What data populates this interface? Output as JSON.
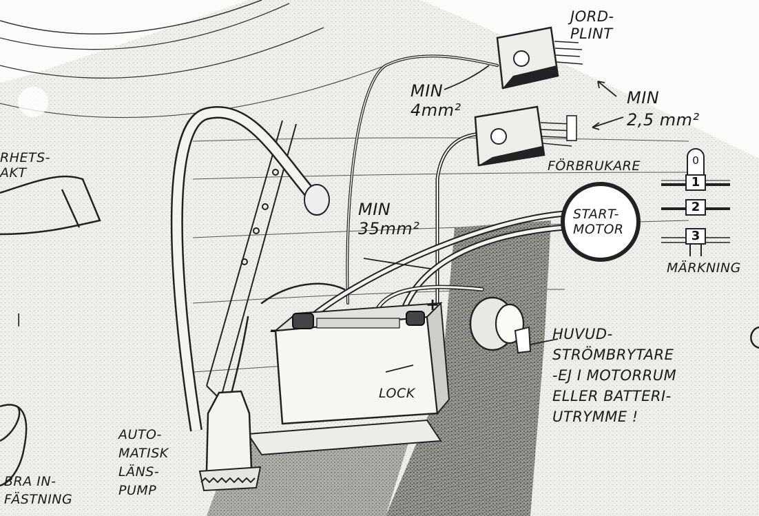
{
  "labels": {
    "jordplint": "JORD-\nPLINT",
    "min_4mm2": "MIN\n4mm²",
    "min_25mm2_min": "MIN",
    "min_25mm2_value": "2,5 mm²",
    "forbrukare": "FÖRBRUKARE",
    "sakerhetskontakt": "RHETS-\nAKT",
    "min_35mm2": "MIN\n35mm²",
    "startmotor": "START-\nMOTOR",
    "markning": "MÄRKNING",
    "huvudstrombrytare": "HUVUD-\nSTRÖMBRYTARE\n-EJ I MOTORRUM\nELLER BATTERI-\nUTRYMME !",
    "lock": "LOCK",
    "minus": "-",
    "plus": "+",
    "automatisk_lanspump": "AUTO-\nMATISK\nLÄNS-\nPUMP",
    "bra_infastning": "BRA IN-\nFÄSTNING",
    "left_mark": "|"
  },
  "markning_numbers": [
    "0",
    "1",
    "2",
    "3"
  ],
  "colors": {
    "ink": "#1a1a1a",
    "hull_shade": "#c9c9c5",
    "bilge_shade": "#8a8a86",
    "paper": "#fbfbf9"
  }
}
